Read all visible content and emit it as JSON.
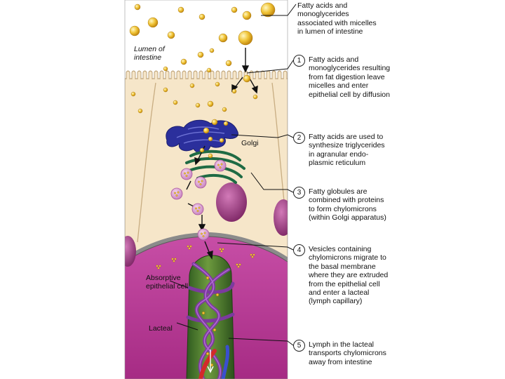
{
  "labels": {
    "top": "Fatty acids and monoglycerides associated with micelles in lumen of intestine",
    "lumen": "Lumen of intestine",
    "golgi": "Golgi",
    "cell": "Absorptive epithelial cell",
    "lacteal": "Lacteal"
  },
  "steps": [
    {
      "num": "1",
      "text": "Fatty acids and monoglycerides resulting from fat digestion leave micelles and enter epithelial cell by diffusion"
    },
    {
      "num": "2",
      "text": "Fatty acids are used to synthesize triglycerides in agranular endo-plasmic reticulum"
    },
    {
      "num": "3",
      "text": "Fatty globules are combined with proteins to form chylomicrons (within Golgi apparatus)"
    },
    {
      "num": "4",
      "text": "Vesicles containing chylomicrons migrate to the basal membrane where they are extruded from the epithelial cell and enter a lacteal (lymph capillary)"
    },
    {
      "num": "5",
      "text": "Lymph in the lacteal transports chylomicrons away from intestine"
    }
  ],
  "colors": {
    "lumen": "#ffffff",
    "cytoplasm": "#f6e6c9",
    "connective": "#b7338f",
    "basement": "#8b8b8b",
    "golgi": "#2b2f9c",
    "er": "#1f6b44",
    "lacteal": "#3f6b2b",
    "vessel": "#7c3a9e",
    "droplet": "#f0c437",
    "nucleus": "#93357a",
    "vesicle": "#d98cd0"
  }
}
